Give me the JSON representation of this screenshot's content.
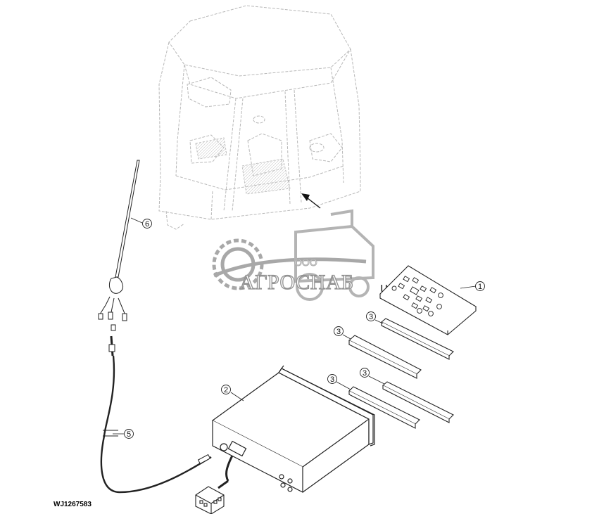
{
  "figure_id": "WJ1267583",
  "watermark": {
    "company_prefix": "ООО",
    "company_name": "АГРОСНАБ",
    "stray_char": "u"
  },
  "callouts": [
    {
      "id": "callout-1",
      "label": "1"
    },
    {
      "id": "callout-2",
      "label": "2"
    },
    {
      "id": "callout-3a",
      "label": "3"
    },
    {
      "id": "callout-3b",
      "label": "3"
    },
    {
      "id": "callout-3c",
      "label": "3"
    },
    {
      "id": "callout-3d",
      "label": "3"
    },
    {
      "id": "callout-5",
      "label": "5"
    },
    {
      "id": "callout-6",
      "label": "6"
    }
  ],
  "colors": {
    "line": "#222222",
    "phantom": "#b5b5b5",
    "watermark": "#8a8a8a"
  }
}
